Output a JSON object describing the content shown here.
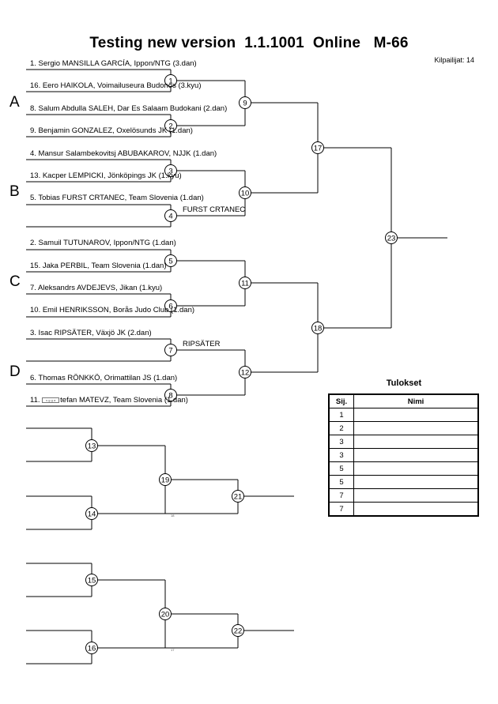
{
  "header": {
    "title": "Testing new version  1.1.1001  Online   M-66",
    "competitor_count": "Kilpailijat: 14"
  },
  "pools": [
    "A",
    "B",
    "C",
    "D"
  ],
  "competitors": [
    "1. Sergio MANSILLA GARCÍA, Ippon/NTG (3.dan)",
    "16. Eero HAIKOLA, Voimailuseura Budonos (3.kyu)",
    "8. Salum Abdulla SALEH, Dar Es Salaam Budokani (2.dan)",
    "9. Benjamin GONZALEZ, Oxelösunds JK (1.dan)",
    "4. Mansur Salambekovitsj ABUBAKAROV, NJJK (1.dan)",
    "13. Kacper LEMPICKI, Jönköpings JK (1.kyu)",
    "5. Tobias FURST CRTANEC, Team Slovenia (1.dan)",
    "2. Samuil TUTUNAROV, Ippon/NTG (1.dan)",
    "15. Jaka PERBIL, Team Slovenia (1.dan)",
    "7. Aleksandrs AVDEJEVS, Jikan (1.kyu)",
    "10. Emil HENRIKSSON, Borås Judo Club (1.dan)",
    "3. Isac RIPSÄTER, Växjö JK (2.dan)",
    "6. Thomas RÖNKKÖ, Orimattilan JS (1.dan)"
  ],
  "competitor_11": {
    "prefix": "11.",
    "badge": "s g g a",
    "name": "tefan MATEVZ, Team Slovenia (1.dan)"
  },
  "bye_winners": [
    "FURST CRTANEC",
    "RIPSÄTER"
  ],
  "match_numbers": [
    "1",
    "2",
    "3",
    "4",
    "5",
    "6",
    "7",
    "8",
    "9",
    "10",
    "11",
    "12",
    "13",
    "14",
    "15",
    "16",
    "17",
    "18",
    "19",
    "20",
    "21",
    "22",
    "23"
  ],
  "stamps": [
    "18",
    "17"
  ],
  "results": {
    "title": "Tulokset",
    "col_place": "Sij.",
    "col_name": "Nimi",
    "places": [
      "1",
      "2",
      "3",
      "3",
      "5",
      "5",
      "7",
      "7"
    ]
  }
}
